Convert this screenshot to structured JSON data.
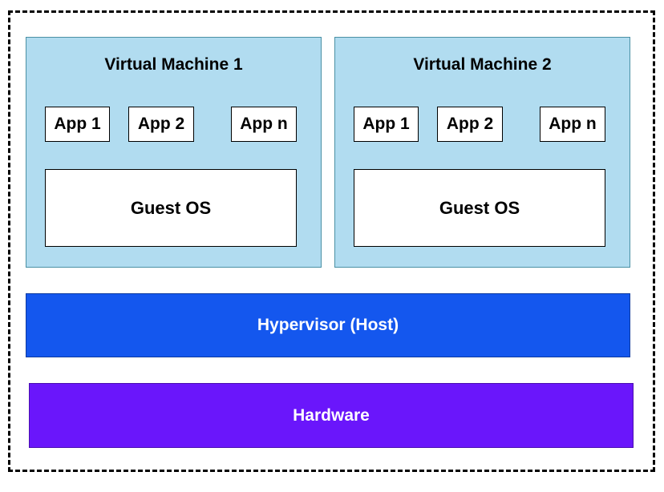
{
  "diagram": {
    "virtual_machines": [
      {
        "title": "Virtual Machine 1",
        "apps": [
          "App 1",
          "App 2",
          "App n"
        ],
        "guest_os": "Guest OS"
      },
      {
        "title": "Virtual Machine 2",
        "apps": [
          "App 1",
          "App 2",
          "App n"
        ],
        "guest_os": "Guest OS"
      }
    ],
    "hypervisor": {
      "label": "Hypervisor (Host)",
      "color": "#1457ee"
    },
    "hardware": {
      "label": "Hardware",
      "color": "#6a16fb"
    },
    "colors": {
      "vm_fill": "#b1dcf0",
      "box_fill": "#ffffff",
      "text_on_layer": "#ffffff"
    }
  }
}
